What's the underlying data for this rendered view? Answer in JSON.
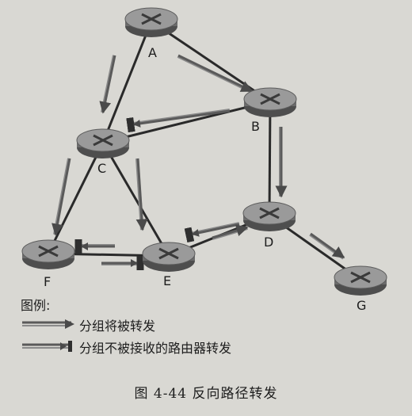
{
  "nodes": {
    "A": {
      "label": "A"
    },
    "B": {
      "label": "B"
    },
    "C": {
      "label": "C"
    },
    "D": {
      "label": "D"
    },
    "E": {
      "label": "E"
    },
    "F": {
      "label": "F"
    },
    "G": {
      "label": "G"
    }
  },
  "legend": {
    "title": "图例:",
    "forwarded": "分组将被转发",
    "not_accepted": "分组不被接收的路由器转发"
  },
  "caption": "图 4-44    反向路径转发",
  "colors": {
    "router_body": "#6c6c6c",
    "router_top": "#9a9a9a",
    "link": "#2a2a2a",
    "arrow": "#5a5a5a"
  }
}
